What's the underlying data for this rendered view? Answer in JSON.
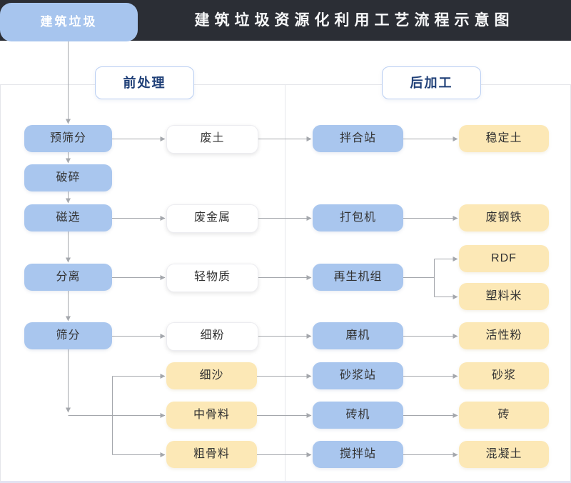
{
  "header": {
    "badge": "建筑垃圾",
    "title": "建筑垃圾资源化利用工艺流程示意图"
  },
  "sections": {
    "pre": "前处理",
    "post": "后加工"
  },
  "nodes": {
    "pre_screen": "预筛分",
    "crush": "破碎",
    "magnetic": "磁选",
    "separate": "分离",
    "screen": "筛分",
    "waste_soil": "废土",
    "waste_metal": "废金属",
    "light_matter": "轻物质",
    "fine_powder": "细粉",
    "fine_sand": "细沙",
    "mid_aggregate": "中骨料",
    "coarse_aggregate": "粗骨料",
    "mixing_station": "拌合站",
    "baler": "打包机",
    "regen_unit": "再生机组",
    "mill": "磨机",
    "mortar_station": "砂浆站",
    "brick_machine": "砖机",
    "concrete_station": "搅拌站",
    "stabilized_soil": "稳定土",
    "scrap_steel": "废钢铁",
    "rdf": "RDF",
    "plastic_rice": "塑料米",
    "active_powder": "活性粉",
    "mortar": "砂浆",
    "brick": "砖",
    "concrete": "混凝土"
  },
  "edges": [
    [
      "badge_source",
      "pre_screen"
    ],
    [
      "pre_screen",
      "crush"
    ],
    [
      "crush",
      "magnetic"
    ],
    [
      "magnetic",
      "separate"
    ],
    [
      "separate",
      "screen"
    ],
    [
      "pre_screen",
      "waste_soil"
    ],
    [
      "waste_soil",
      "mixing_station"
    ],
    [
      "mixing_station",
      "stabilized_soil"
    ],
    [
      "magnetic",
      "waste_metal"
    ],
    [
      "waste_metal",
      "baler"
    ],
    [
      "baler",
      "scrap_steel"
    ],
    [
      "separate",
      "light_matter"
    ],
    [
      "light_matter",
      "regen_unit"
    ],
    [
      "regen_unit",
      "rdf"
    ],
    [
      "regen_unit",
      "plastic_rice"
    ],
    [
      "screen",
      "fine_powder"
    ],
    [
      "fine_powder",
      "mill"
    ],
    [
      "mill",
      "active_powder"
    ],
    [
      "screen",
      "fine_sand"
    ],
    [
      "screen",
      "mid_aggregate"
    ],
    [
      "screen",
      "coarse_aggregate"
    ],
    [
      "fine_sand",
      "mortar_station"
    ],
    [
      "mortar_station",
      "mortar"
    ],
    [
      "mid_aggregate",
      "brick_machine"
    ],
    [
      "brick_machine",
      "brick"
    ],
    [
      "coarse_aggregate",
      "concrete_station"
    ],
    [
      "concrete_station",
      "concrete"
    ]
  ],
  "colors": {
    "header_bg": "#2b2e35",
    "title_text": "#f7f8f9",
    "badge_bg": "#a7c5ee",
    "badge_text": "#ffffff",
    "box_blue": "#a9c6ee",
    "box_yellow": "#fce8b6",
    "box_white": "#ffffff",
    "box_text": "#333333",
    "label_border": "#b9cef2",
    "label_text": "#1f3f77",
    "arrow": "#a4a7ac",
    "frame_border": "#e4e5ea",
    "frame_bottom": "#e3e3f2",
    "divider": "#e6e7eb"
  }
}
